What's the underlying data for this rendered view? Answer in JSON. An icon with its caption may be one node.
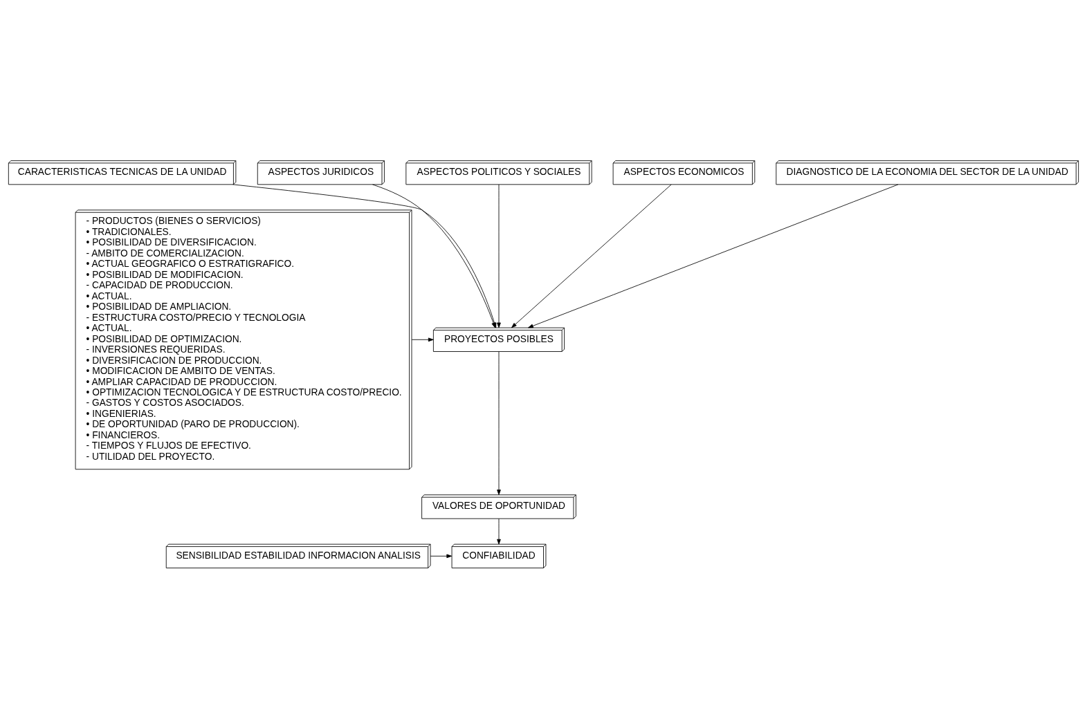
{
  "diagram": {
    "nodes": [
      {
        "text": [
          "CARACTERISTICAS TECNICAS DE LA UNIDAD"
        ]
      },
      {
        "text": [
          "ASPECTOS JURIDICOS"
        ]
      },
      {
        "text": [
          "ASPECTOS POLITICOS Y SOCIALES"
        ]
      },
      {
        "text": [
          "ASPECTOS ECONOMICOS"
        ]
      },
      {
        "text": [
          "DIAGNOSTICO DE LA ECONOMIA DEL SECTOR DE LA UNIDAD"
        ]
      },
      {
        "text": [
          "- PRODUCTOS (BIENES O SERVICIOS)",
          "• TRADICIONALES.",
          "• POSIBILIDAD DE DIVERSIFICACION.",
          "- AMBITO DE COMERCIALIZACION.",
          "• ACTUAL GEOGRAFICO O ESTRATIGRAFICO.",
          "• POSIBILIDAD DE MODIFICACION.",
          "- CAPACIDAD DE PRODUCCION.",
          "• ACTUAL.",
          "• POSIBILIDAD DE AMPLIACION.",
          "- ESTRUCTURA COSTO/PRECIO Y TECNOLOGIA",
          "• ACTUAL.",
          "• POSIBILIDAD DE OPTIMIZACION.",
          "- INVERSIONES REQUERIDAS.",
          "• DIVERSIFICACION DE PRODUCCION.",
          "• MODIFICACION DE AMBITO DE VENTAS.",
          "• AMPLIAR CAPACIDAD DE PRODUCCION.",
          "• OPTIMIZACION TECNOLOGICA Y DE ESTRUCTURA COSTO/PRECIO.",
          "- GASTOS Y COSTOS ASOCIADOS.",
          "• INGENIERIAS.",
          "• DE OPORTUNIDAD (PARO DE PRODUCCION).",
          "• FINANCIEROS.",
          "- TIEMPOS Y FLUJOS DE EFECTIVO.",
          "- UTILIDAD DEL PROYECTO."
        ]
      },
      {
        "text": [
          "PROYECTOS POSIBLES"
        ]
      },
      {
        "text": [
          "VALORES DE OPORTUNIDAD"
        ]
      },
      {
        "text": [
          "CONFIABILIDAD"
        ]
      },
      {
        "text": [
          "SENSIBILIDAD ESTABILIDAD INFORMACION ANALISIS"
        ]
      }
    ],
    "edges": [
      {
        "from": 0,
        "to": 6,
        "arrow": "to"
      },
      {
        "from": 1,
        "to": 6,
        "arrow": "to"
      },
      {
        "from": 2,
        "to": 6,
        "arrow": "to"
      },
      {
        "from": 3,
        "to": 6,
        "arrow": "to"
      },
      {
        "from": 4,
        "to": 6,
        "arrow": "to"
      },
      {
        "from": 5,
        "to": 6,
        "arrow": "to"
      },
      {
        "from": 6,
        "to": 7,
        "arrow": "to"
      },
      {
        "from": 7,
        "to": 8,
        "arrow": "to"
      },
      {
        "from": 9,
        "to": 8,
        "arrow": "to"
      }
    ]
  }
}
